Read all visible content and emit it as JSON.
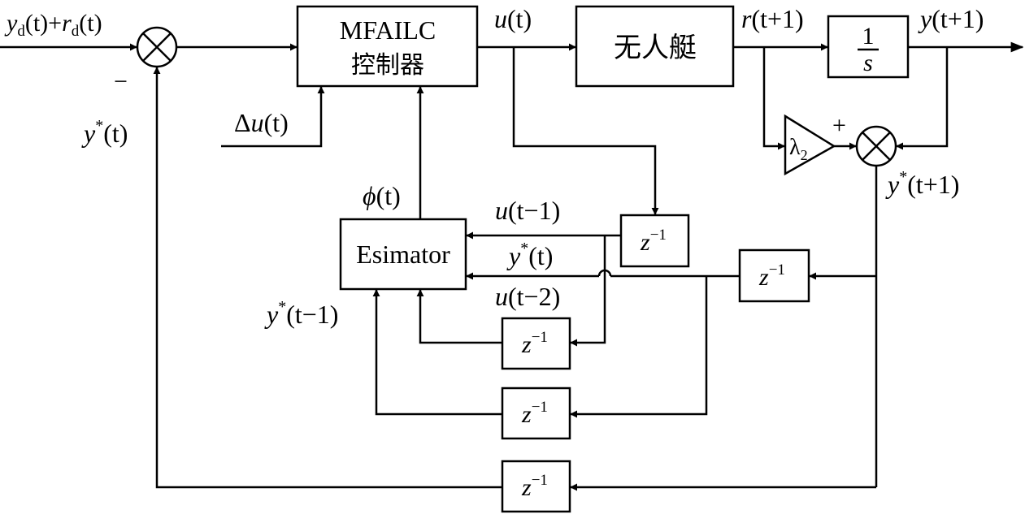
{
  "input_signal": {
    "y": "y",
    "sub_d1": "d",
    "mid": "(t)+",
    "r": "r",
    "sub_d2": "d",
    "end": "(t)"
  },
  "minus_sign": "−",
  "plus_sign": "+",
  "ystar_t_left": {
    "y": "y",
    "sup": "*",
    "rest": "(t)"
  },
  "delta_u": {
    "delta": "Δ",
    "u": "u",
    "rest": "(t)"
  },
  "controller": {
    "line1": "MFAILC",
    "line2": "控制器"
  },
  "u_t": {
    "u": "u",
    "rest": "(t)"
  },
  "boat": "无人艇",
  "r_t1": {
    "r": "r",
    "rest": "(t+1)"
  },
  "integrator": {
    "num": "1",
    "den": "s"
  },
  "y_t1": {
    "y": "y",
    "rest": "(t+1)"
  },
  "gain": {
    "sym": "λ",
    "sub": "2"
  },
  "ystar_t1": {
    "y": "y",
    "sup": "*",
    "rest": "(t+1)"
  },
  "phi": {
    "sym": "ϕ",
    "rest": "(t)"
  },
  "estimator": "Esimator",
  "u_tm1": {
    "u": "u",
    "rest": "(t−1)"
  },
  "ystar_t_mid": {
    "y": "y",
    "sup": "*",
    "rest": "(t)"
  },
  "u_tm2": {
    "u": "u",
    "rest": "(t−2)"
  },
  "ystar_tm1": {
    "y": "y",
    "sup": "*",
    "rest": "(t−1)"
  },
  "delay": {
    "z": "z",
    "sup": "−1"
  }
}
